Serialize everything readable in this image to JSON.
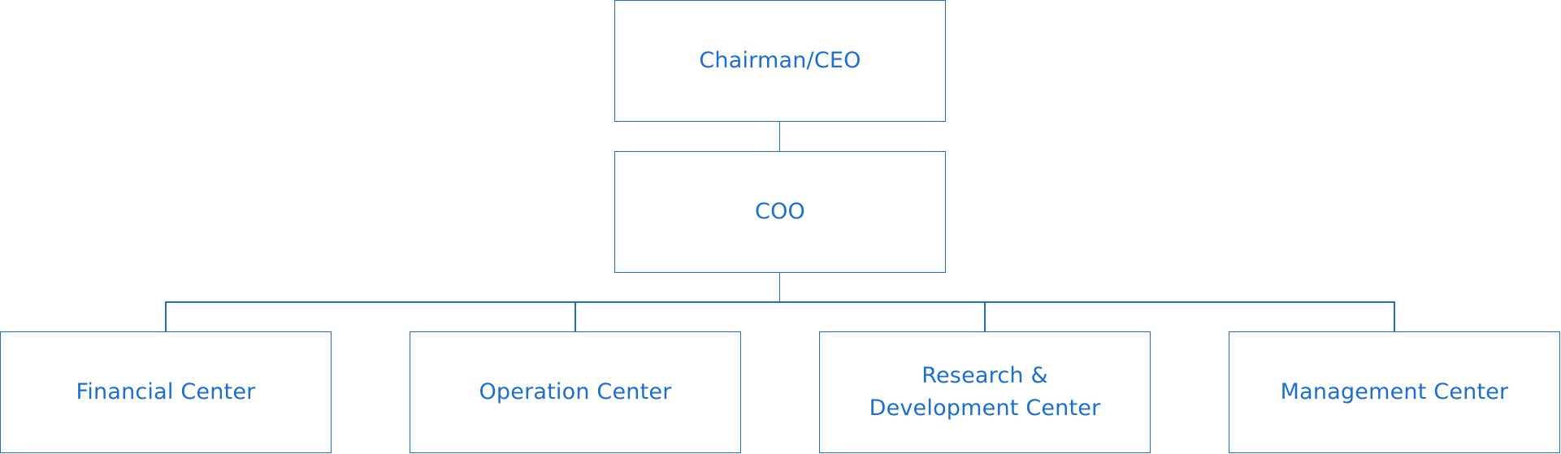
{
  "colors": {
    "accent": "#1a6fd1",
    "background": "#ffffff"
  },
  "org_chart": {
    "top": {
      "label": "Chairman/CEO"
    },
    "middle": {
      "label": "COO"
    },
    "departments": [
      {
        "label": "Financial Center"
      },
      {
        "label": "Operation Center"
      },
      {
        "label": "Research & Development Center"
      },
      {
        "label": "Management Center"
      }
    ]
  }
}
